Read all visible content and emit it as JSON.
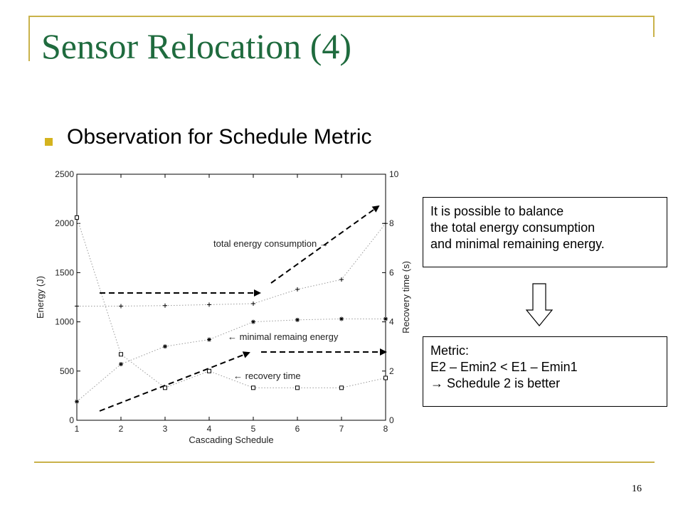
{
  "slide": {
    "title": "Sensor Relocation (4)",
    "bullet": "Observation for Schedule Metric",
    "page_number": "16",
    "accent_color": "#c9b24a",
    "title_color": "#1f6b3e",
    "bullet_color": "#d4b31e"
  },
  "callouts": {
    "box1_lines": [
      "It is possible to balance",
      "the total energy consumption",
      "and minimal remaining energy."
    ],
    "arrow_icon": "down-arrow-icon",
    "box2_lines": [
      "Metric:",
      "E2 – Emin2 < E1 – Emin1",
      "→ Schedule 2 is better"
    ]
  },
  "chart_data": {
    "type": "line",
    "x": [
      1,
      2,
      3,
      4,
      5,
      6,
      7,
      8
    ],
    "xlabel": "Cascading Schedule",
    "ylabel_left": "Energy (J)",
    "ylabel_right": "Recovery time (s)",
    "ylim_left": [
      0,
      2500
    ],
    "ylim_right": [
      0,
      10
    ],
    "yticks_left": [
      0,
      500,
      1000,
      1500,
      2000,
      2500
    ],
    "yticks_right": [
      0,
      2,
      4,
      6,
      8,
      10
    ],
    "series": [
      {
        "marker": "+",
        "axis": "left",
        "values": [
          1160,
          1160,
          1165,
          1175,
          1185,
          1330,
          1430,
          2000
        ]
      },
      {
        "marker": "*",
        "axis": "left",
        "values": [
          190,
          570,
          750,
          820,
          1000,
          1020,
          1030,
          1030
        ]
      },
      {
        "marker": "square",
        "axis": "left",
        "values": [
          2060,
          670,
          330,
          500,
          330,
          330,
          330,
          430
        ]
      }
    ],
    "annotations": [
      "total energy consumption →",
      "← minimal remaing energy",
      "← recovery time"
    ]
  }
}
